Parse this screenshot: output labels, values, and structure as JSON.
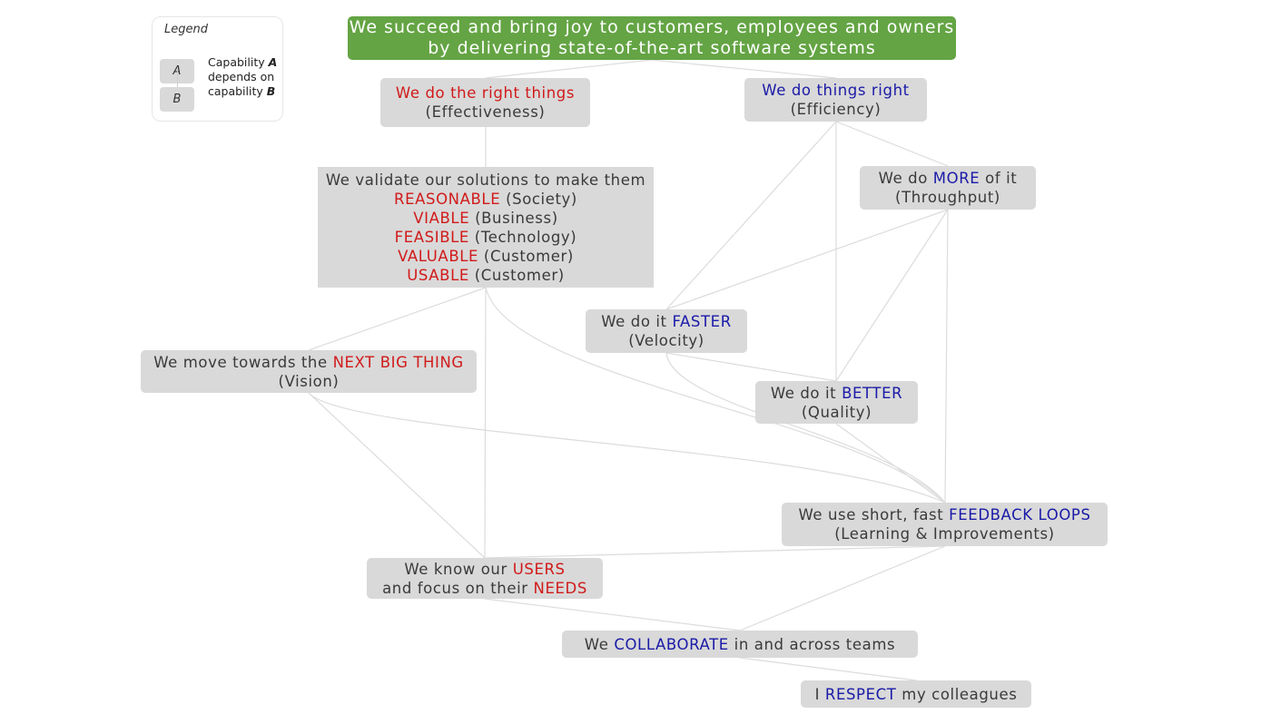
{
  "legend": {
    "title": "Legend",
    "box_a": "A",
    "box_b": "B",
    "text_line1_pre": "Capability ",
    "text_line1_em": "A",
    "text_line2": "depends on",
    "text_line3_pre": "capability ",
    "text_line3_em": "B"
  },
  "colors": {
    "node_fill": "#d9d9d9",
    "goal_fill": "#64a444",
    "effectiveness_accent": "#d11a1a",
    "efficiency_accent": "#1a1aa8",
    "edge": "#dcdcdc"
  },
  "nodes": {
    "goal": {
      "line1": "We succeed and bring joy to customers, employees and owners",
      "line2": "by delivering state-of-the-art software systems"
    },
    "right_things": {
      "title": "We do the right things",
      "sub": "(Effectiveness)"
    },
    "things_right": {
      "title": "We do things right",
      "sub": "(Efficiency)"
    },
    "validate": {
      "intro": "We validate our solutions to make them",
      "items": [
        {
          "key": "REASONABLE",
          "rest": " (Society)"
        },
        {
          "key": "VIABLE",
          "rest": " (Business)"
        },
        {
          "key": "FEASIBLE",
          "rest": " (Technology)"
        },
        {
          "key": "VALUABLE",
          "rest": " (Customer)"
        },
        {
          "key": "USABLE",
          "rest": " (Customer)"
        }
      ]
    },
    "more": {
      "pre": "We do ",
      "key": "MORE",
      "post": " of it",
      "sub": "(Throughput)"
    },
    "faster": {
      "pre": "We do it ",
      "key": "FASTER",
      "sub": "(Velocity)"
    },
    "next_big_thing": {
      "pre": "We move towards the ",
      "key": "NEXT BIG THING",
      "sub": "(Vision)"
    },
    "better": {
      "pre": "We do it ",
      "key": "BETTER",
      "sub": "(Quality)"
    },
    "feedback": {
      "pre": "We use short, fast ",
      "key": "FEEDBACK LOOPS",
      "sub": "(Learning & Improvements)"
    },
    "users": {
      "pre": "We know our ",
      "key1": "USERS",
      "pre2": "and focus on their ",
      "key2": "NEEDS"
    },
    "collaborate": {
      "pre": "We ",
      "key": "COLLABORATE",
      "post": " in and across teams"
    },
    "respect": {
      "pre": "I ",
      "key": "RESPECT",
      "post": " my colleagues"
    }
  }
}
